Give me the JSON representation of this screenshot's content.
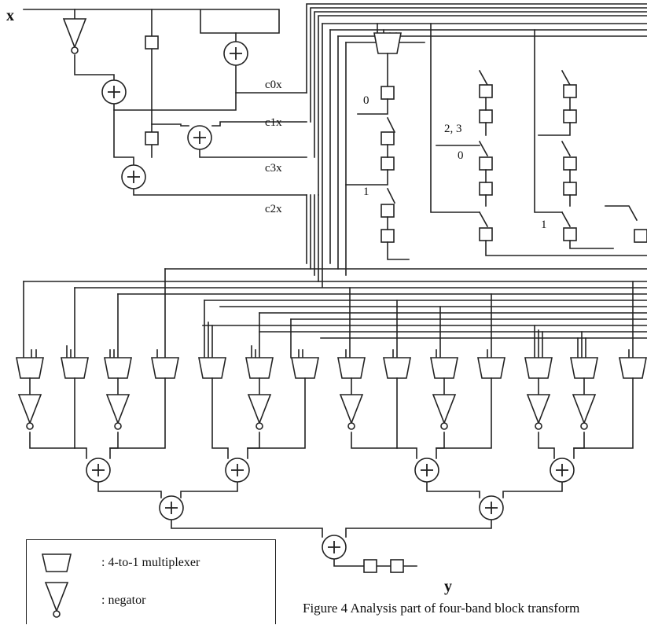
{
  "input_label": "x",
  "output_label": "y",
  "coef_labels": {
    "c0": "c0x",
    "c1": "c1x",
    "c3": "c3x",
    "c2": "c2x"
  },
  "switch_labels": {
    "s0a": "0",
    "s1": "1",
    "s23": "2, 3",
    "s0b": "0",
    "s1b": "1"
  },
  "legend": {
    "mux_label": ": 4-to-1 multiplexer",
    "neg_label": ": negator"
  },
  "caption": "Figure 4 Analysis part of four-band block transform"
}
